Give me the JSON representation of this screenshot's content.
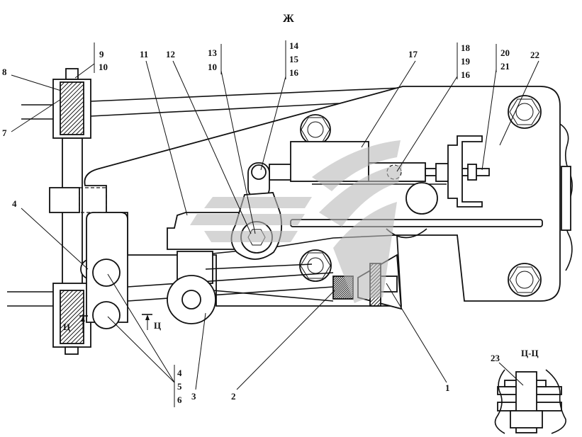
{
  "view_label": "Ж",
  "section_title": "Ц-Ц",
  "section_marks": [
    "Ц",
    "Ц"
  ],
  "callouts": [
    "9",
    "10",
    "8",
    "7",
    "4",
    "11",
    "12",
    "13",
    "10",
    "14",
    "15",
    "16",
    "17",
    "18",
    "19",
    "16",
    "20",
    "21",
    "22",
    "4",
    "5",
    "6",
    "3",
    "2",
    "1",
    "23"
  ]
}
